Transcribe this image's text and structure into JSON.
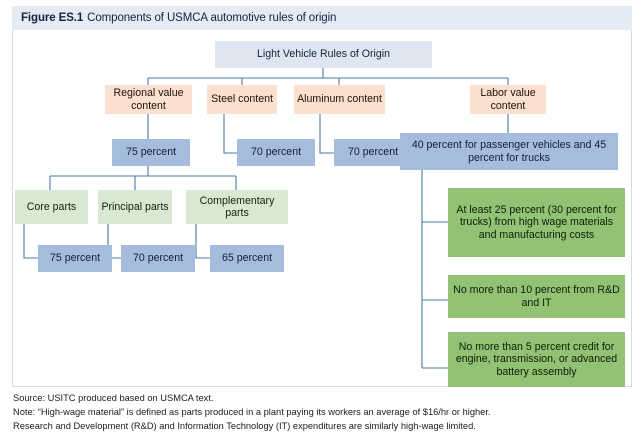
{
  "figure": {
    "label": "Figure ES.1",
    "title": "Components of USMCA automotive rules of origin"
  },
  "nodes": {
    "root": "Light Vehicle Rules of Origin",
    "rvc": "Regional value content",
    "steel": "Steel content",
    "aluminum": "Aluminum content",
    "lvc": "Labor value content",
    "rvc_pct": "75 percent",
    "steel_pct": "70 percent",
    "aluminum_pct": "70 percent",
    "lvc_pct": "40 percent for passenger vehicles and 45 percent for trucks",
    "core_parts": "Core parts",
    "principal_parts": "Principal parts",
    "complementary_parts": "Complementary parts",
    "core_pct": "75 percent",
    "principal_pct": "70 percent",
    "complementary_pct": "65 percent",
    "lvc_req_1": "At least 25 percent (30 percent for trucks) from high wage materials and manufacturing costs",
    "lvc_req_2": "No more than 10 percent from R&D and IT",
    "lvc_req_3": "No more than 5 percent credit for engine, transmission, or advanced battery assembly"
  },
  "notes": {
    "source": "Source: USITC produced based on USMCA text.",
    "note_line1": "Note: “High-wage material” is defined as parts produced in a plant paying its workers an average of $16/hr or higher.",
    "note_line2": "Research and Development (R&D) and Information Technology (IT) expenditures are similarly high-wage limited."
  },
  "colors": {
    "title_bar": "#e4ebf5",
    "light_blue": "#dee6f2",
    "blue": "#a6bcdc",
    "orange": "#fbe0cf",
    "green_light": "#d9e8d2",
    "green_mid": "#92c274",
    "connector": "#4a79a8"
  }
}
